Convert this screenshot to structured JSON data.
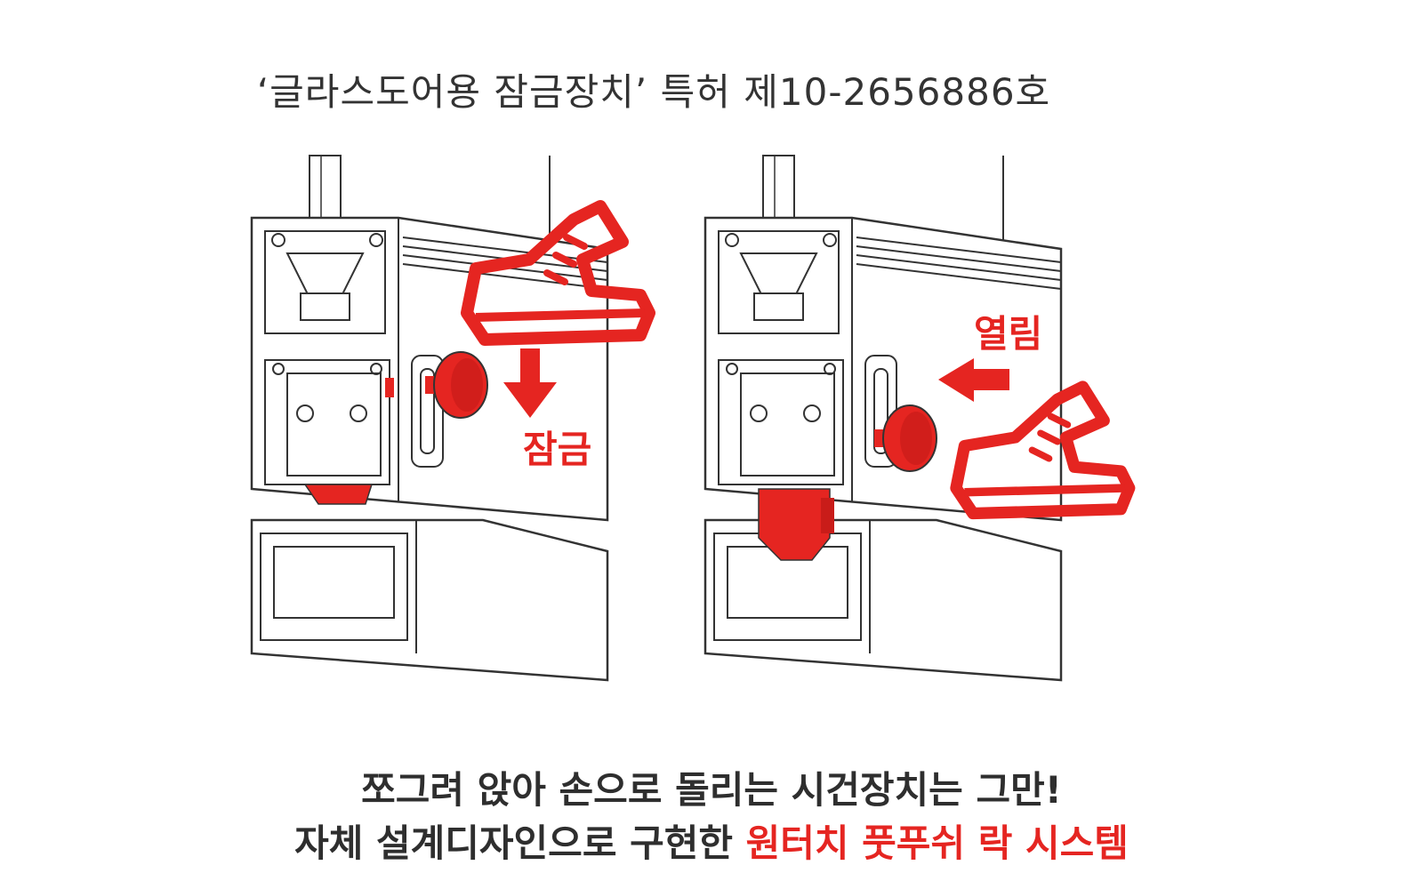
{
  "title": "‘글라스도어용 잠금장치’ 특허 제10-2656886호",
  "diagram": {
    "left_panel": {
      "label": "잠금"
    },
    "right_panel": {
      "label": "열림"
    },
    "accent_color": "#e52521",
    "line_color": "#333333",
    "icons": [
      "sneaker-icon",
      "down-arrow-icon",
      "left-arrow-icon"
    ]
  },
  "footer": {
    "line1": "쪼그려 앉아 손으로 돌리는 시건장치는 그만!",
    "line2_prefix": "자체 설계디자인으로 구현한 ",
    "line2_highlight": "원터치 풋푸쉬 락 시스템"
  }
}
